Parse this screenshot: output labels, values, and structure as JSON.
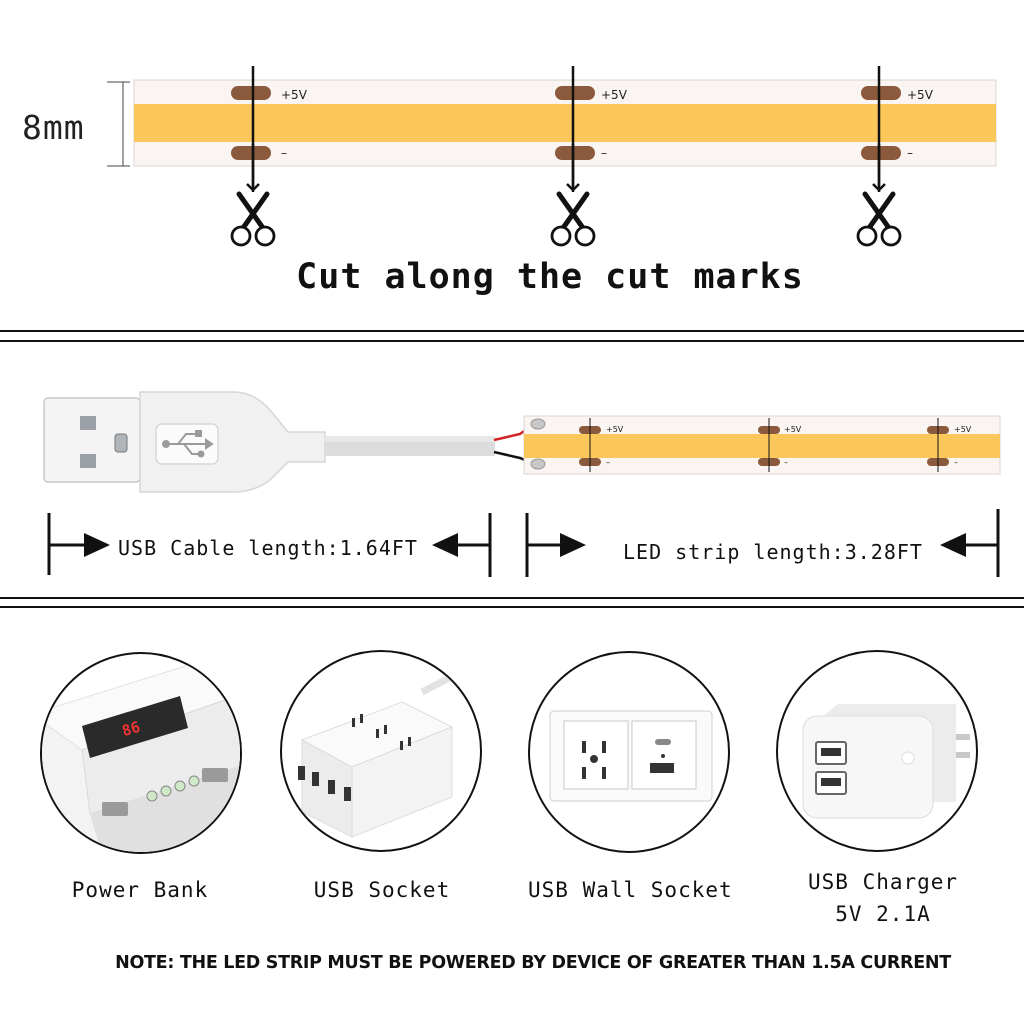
{
  "strip": {
    "width_label": "8mm",
    "positive_label": "+5V",
    "negative_label": "–",
    "instruction": "Cut along the cut marks"
  },
  "cable": {
    "usb_cable_label": "USB Cable length:1.64FT",
    "led_strip_label": "LED strip length:3.28FT"
  },
  "devices": [
    {
      "name": "Power Bank",
      "icon": "power-bank-icon"
    },
    {
      "name": "USB Socket",
      "icon": "usb-socket-icon"
    },
    {
      "name": "USB Wall Socket",
      "icon": "usb-wall-socket-icon"
    },
    {
      "name": "USB Charger",
      "detail": "5V 2.1A",
      "icon": "usb-charger-icon"
    }
  ],
  "power_bank_display": "86",
  "note": "NOTE: THE LED STRIP MUST BE POWERED BY DEVICE OF GREATER THAN 1.5A CURRENT",
  "colors": {
    "led": "#fcc75a",
    "pad": "#8b5a3c",
    "wire_red": "#d22424",
    "wire_black": "#111111"
  }
}
